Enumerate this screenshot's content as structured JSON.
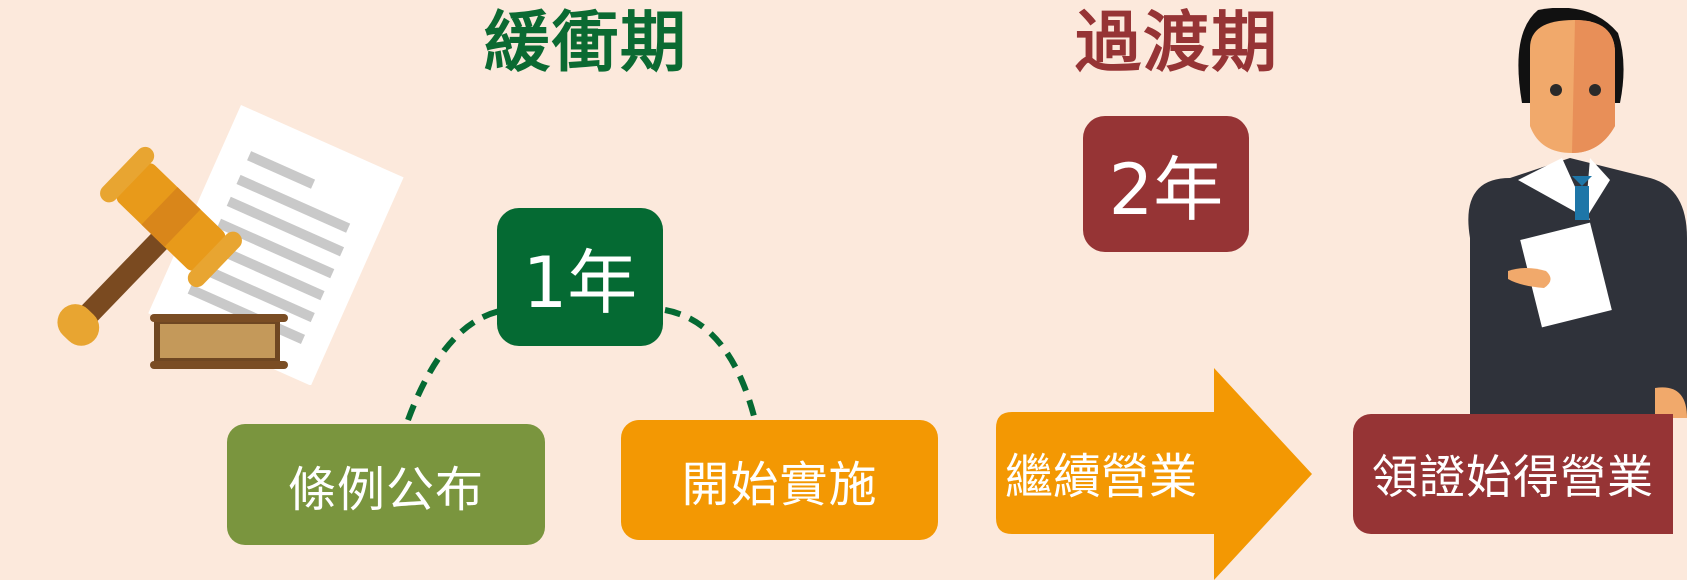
{
  "periods": {
    "buffer_label": "緩衝期",
    "transition_label": "過渡期"
  },
  "badges": {
    "buffer_duration": "1年",
    "transition_duration": "2年"
  },
  "steps": {
    "announce": "條例公布",
    "implement": "開始實施",
    "continue_business": "繼續營業",
    "licensed_business": "領證始得營業"
  },
  "colors": {
    "background": "#fce9dc",
    "green": "#056a33",
    "dark_red": "#963435",
    "olive": "#7a953e",
    "orange": "#f39803"
  },
  "icons": [
    "gavel-icon",
    "document-icon",
    "businessman-icon",
    "right-arrow-icon"
  ]
}
